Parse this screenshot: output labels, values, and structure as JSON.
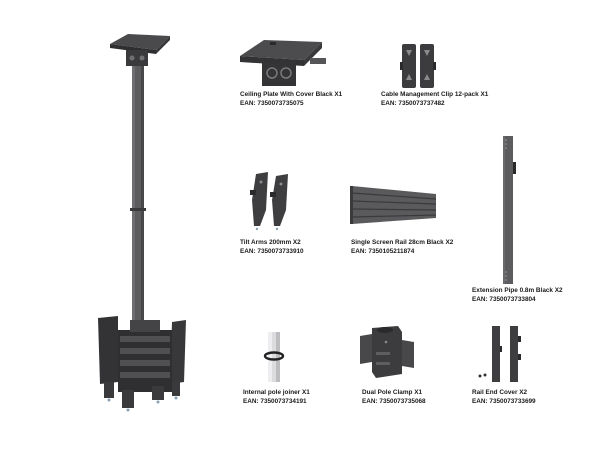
{
  "products": [
    {
      "id": "ceiling-plate",
      "name": "Ceiling Plate With Cover Black X1",
      "ean": "EAN: 7350073735075"
    },
    {
      "id": "cable-clip",
      "name": "Cable Management Clip 12-pack X1",
      "ean": "EAN: 7350073737482"
    },
    {
      "id": "tilt-arms",
      "name": "Tilt Arms 200mm X2",
      "ean": "EAN: 7350073733910"
    },
    {
      "id": "screen-rail",
      "name": "Single Screen Rail 28cm Black X2",
      "ean": "EAN: 7350105211874"
    },
    {
      "id": "extension-pipe",
      "name": "Extension Pipe 0.8m Black X2",
      "ean": "EAN: 7350073733804"
    },
    {
      "id": "pole-joiner",
      "name": "Internal pole joiner X1",
      "ean": "EAN: 7350073734191"
    },
    {
      "id": "dual-pole-clamp",
      "name": "Dual Pole Clamp X1",
      "ean": "EAN: 7350073735068"
    },
    {
      "id": "rail-end-cover",
      "name": "Rail End Cover X2",
      "ean": "EAN: 7350073733699"
    }
  ],
  "colors": {
    "metal_dark": "#3c3c3e",
    "metal_mid": "#5a5a5c",
    "metal_light": "#77777a",
    "joiner_silver": "#d8d8da",
    "text": "#1a1a1a",
    "background": "#ffffff"
  }
}
